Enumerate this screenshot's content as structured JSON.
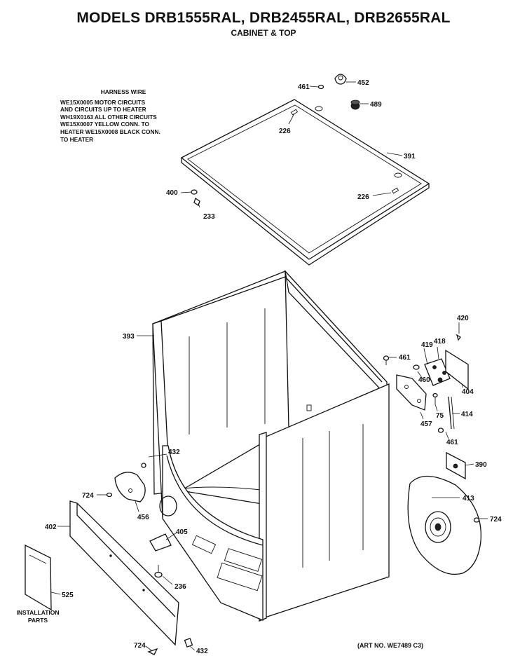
{
  "title": "MODELS DRB1555RAL, DRB2455RAL, DRB2655RAL",
  "subtitle": "CABINET & TOP",
  "harness": {
    "heading": "HARNESS WIRE",
    "lines": [
      "WE15X0005 MOTOR CIRCUITS",
      "AND CIRCUITS UP TO HEATER",
      "WH19X0163 ALL OTHER CIRCUITS",
      "WE15X0007 YELLOW CONN. TO",
      "HEATER WE15X0008 BLACK CONN.",
      "TO HEATER"
    ]
  },
  "art_number": "(ART NO. WE7489 C3)",
  "installation_label": [
    "INSTALLATION",
    "PARTS"
  ],
  "callouts": {
    "c461a": "461",
    "c452": "452",
    "c489": "489",
    "c226a": "226",
    "c391": "391",
    "c400": "400",
    "c233": "233",
    "c226b": "226",
    "c420": "420",
    "c393": "393",
    "c419": "419",
    "c418": "418",
    "c461b": "461",
    "c460": "460",
    "c404": "404",
    "c75": "75",
    "c457": "457",
    "c414": "414",
    "c461c": "461",
    "c390": "390",
    "c432a": "432",
    "c724a": "724",
    "c456": "456",
    "c413": "413",
    "c724b": "724",
    "c402": "402",
    "c405": "405",
    "c236": "236",
    "c525": "525",
    "c724c": "724",
    "c432b": "432"
  }
}
